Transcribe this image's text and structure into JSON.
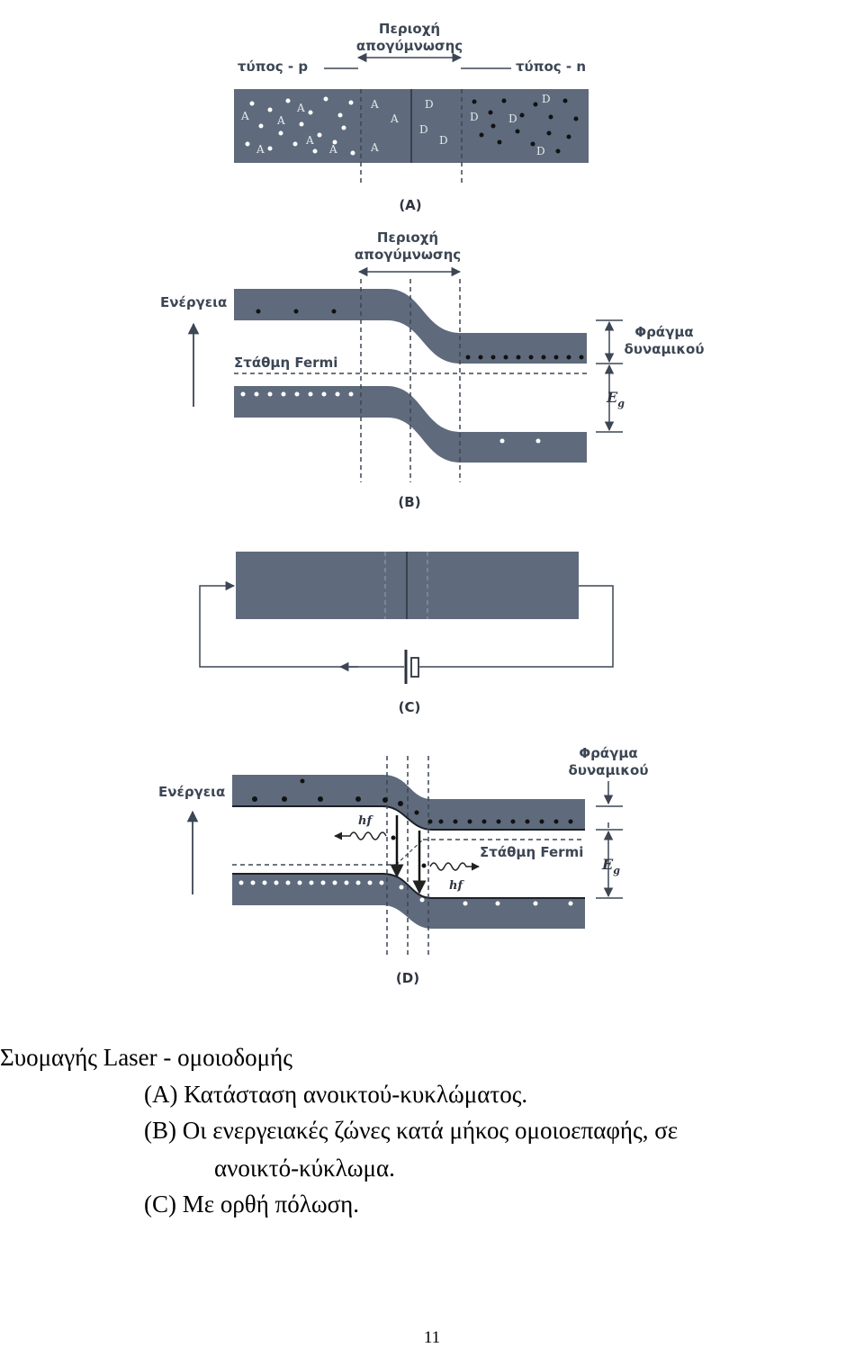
{
  "figure": {
    "panel_a": {
      "depletion_label_line1": "Περιοχή",
      "depletion_label_line2": "απογύμνωσης",
      "p_type_label": "τύπος - p",
      "n_type_label": "τύπος - n",
      "acceptor_symbol": "A",
      "donor_symbol": "D",
      "panel_label": "(A)"
    },
    "panel_b": {
      "depletion_label_line1": "Περιοχή",
      "depletion_label_line2": "απογύμνωσης",
      "energy_label": "Ενέργεια",
      "fermi_label": "Στάθμη Fermi",
      "barrier_label_line1": "Φράγμα",
      "barrier_label_line2": "δυναμικού",
      "gap_symbol": "E",
      "gap_subscript": "g",
      "panel_label": "(B)"
    },
    "panel_c": {
      "panel_label": "(C)"
    },
    "panel_d": {
      "energy_label": "Ενέργεια",
      "fermi_label": "Στάθμη Fermi",
      "barrier_label_line1": "Φράγμα",
      "barrier_label_line2": "δυναμικού",
      "photon_label": "hf",
      "gap_symbol": "E",
      "gap_subscript": "g",
      "panel_label": "(D)"
    },
    "colors": {
      "band": "#5f6b7c",
      "ink": "#3c4654"
    }
  },
  "caption": {
    "line1": "Συομαγής Laser - ομοιοδομής",
    "line2": "(A) Κατάσταση ανοικτού-κυκλώματος.",
    "line3": "(B) Οι ενεργειακές ζώνες κατά μήκος ομοιοεπαφής, σε",
    "line4": "ανοικτό-κύκλωμα.",
    "line5": "(C) Με ορθή πόλωση."
  },
  "page_number": "11"
}
